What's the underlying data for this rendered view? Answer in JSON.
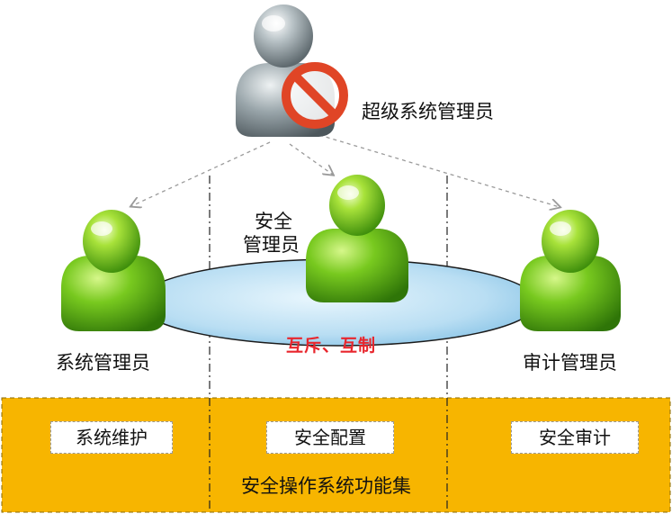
{
  "roles": {
    "super_admin": "超级系统管理员",
    "security_admin_line1": "安全",
    "security_admin_line2": "管理员",
    "system_admin": "系统管理员",
    "audit_admin": "审计管理员"
  },
  "relation": "互斥、互制",
  "functions": {
    "system_maintenance": "系统维护",
    "security_config": "安全配置",
    "security_audit": "安全审计"
  },
  "function_set_title": "安全操作系统功能集",
  "colors": {
    "band": "#f7b500",
    "mutex_text": "#e8262d",
    "ellipse_fill": "#bfe3f7",
    "person_green": "#6cc61e",
    "person_grey": "#8f9ba1",
    "forbid_red": "#e04526"
  },
  "icons": [
    "person-grey-icon",
    "forbidden-icon",
    "person-green-icon"
  ]
}
